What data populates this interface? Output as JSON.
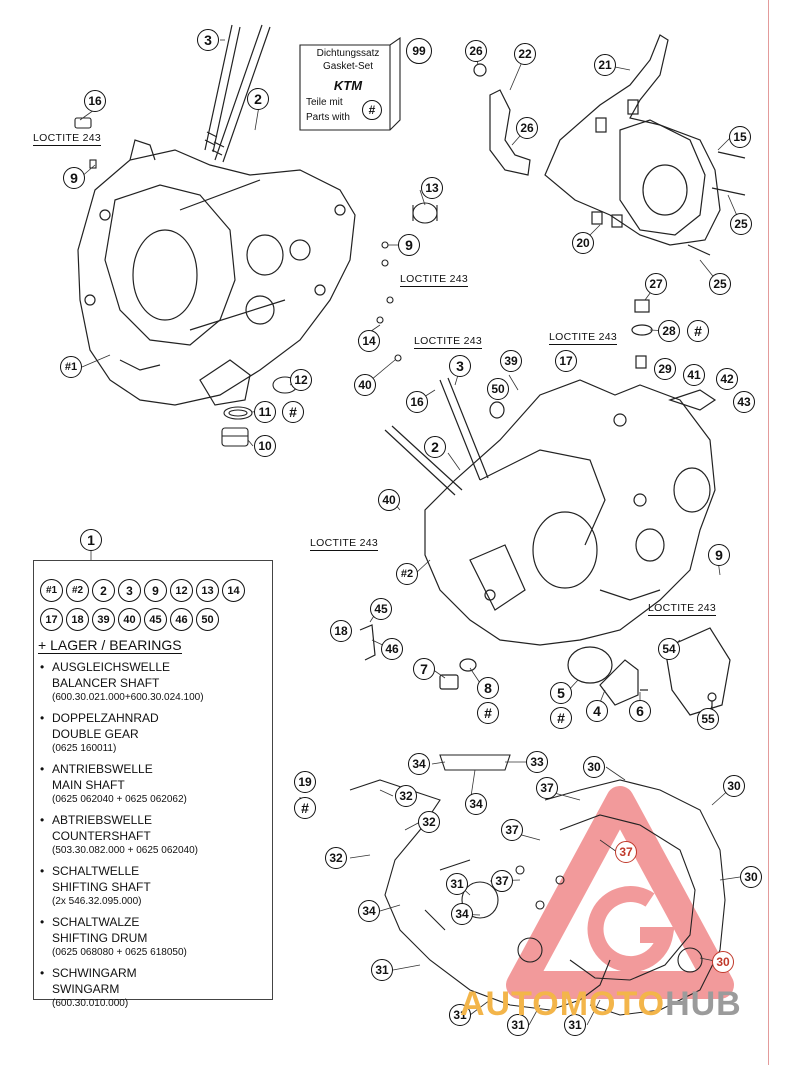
{
  "gasket_set": {
    "line1": "Dichtungssatz",
    "line2": "Gasket-Set",
    "line3": "Teile mit",
    "line4": "Parts with",
    "symbol": "#",
    "callout": "99",
    "logo": "KTM"
  },
  "loctite_label": "LOCTITE 243",
  "callouts": [
    {
      "id": "3",
      "label": "3"
    },
    {
      "id": "2",
      "label": "2"
    },
    {
      "id": "16",
      "label": "16"
    },
    {
      "id": "9",
      "label": "9"
    },
    {
      "id": "13",
      "label": "13"
    },
    {
      "id": "9b",
      "label": "9"
    },
    {
      "id": "14",
      "label": "14"
    },
    {
      "id": "40",
      "label": "40"
    },
    {
      "id": "12",
      "label": "12"
    },
    {
      "id": "11",
      "label": "11"
    },
    {
      "id": "11h",
      "label": "#"
    },
    {
      "id": "10",
      "label": "10"
    },
    {
      "id": "h1",
      "label": "#1"
    },
    {
      "id": "26",
      "label": "26"
    },
    {
      "id": "22",
      "label": "22"
    },
    {
      "id": "26b",
      "label": "26"
    },
    {
      "id": "21",
      "label": "21"
    },
    {
      "id": "15",
      "label": "15"
    },
    {
      "id": "25",
      "label": "25"
    },
    {
      "id": "20",
      "label": "20"
    },
    {
      "id": "25b",
      "label": "25"
    },
    {
      "id": "27",
      "label": "27"
    },
    {
      "id": "28",
      "label": "28"
    },
    {
      "id": "28h",
      "label": "#"
    },
    {
      "id": "39",
      "label": "39"
    },
    {
      "id": "17",
      "label": "17"
    },
    {
      "id": "3b",
      "label": "3"
    },
    {
      "id": "50",
      "label": "50"
    },
    {
      "id": "16b",
      "label": "16"
    },
    {
      "id": "29",
      "label": "29"
    },
    {
      "id": "41",
      "label": "41"
    },
    {
      "id": "42",
      "label": "42"
    },
    {
      "id": "43",
      "label": "43"
    },
    {
      "id": "2b",
      "label": "2"
    },
    {
      "id": "40b",
      "label": "40"
    },
    {
      "id": "h2",
      "label": "#2"
    },
    {
      "id": "9c",
      "label": "9"
    },
    {
      "id": "45",
      "label": "45"
    },
    {
      "id": "18",
      "label": "18"
    },
    {
      "id": "46",
      "label": "46"
    },
    {
      "id": "54",
      "label": "54"
    },
    {
      "id": "7",
      "label": "7"
    },
    {
      "id": "8",
      "label": "8"
    },
    {
      "id": "8h",
      "label": "#"
    },
    {
      "id": "5",
      "label": "5"
    },
    {
      "id": "5h",
      "label": "#"
    },
    {
      "id": "4",
      "label": "4"
    },
    {
      "id": "6",
      "label": "6"
    },
    {
      "id": "55",
      "label": "55"
    },
    {
      "id": "34",
      "label": "34"
    },
    {
      "id": "33",
      "label": "33"
    },
    {
      "id": "30",
      "label": "30"
    },
    {
      "id": "19",
      "label": "19"
    },
    {
      "id": "19h",
      "label": "#"
    },
    {
      "id": "32",
      "label": "32"
    },
    {
      "id": "37",
      "label": "37"
    },
    {
      "id": "30b",
      "label": "30"
    },
    {
      "id": "34b",
      "label": "34"
    },
    {
      "id": "32b",
      "label": "32"
    },
    {
      "id": "37b",
      "label": "37"
    },
    {
      "id": "37c",
      "label": "37"
    },
    {
      "id": "32c",
      "label": "32"
    },
    {
      "id": "30c",
      "label": "30"
    },
    {
      "id": "31",
      "label": "31"
    },
    {
      "id": "37d",
      "label": "37"
    },
    {
      "id": "34c",
      "label": "34"
    },
    {
      "id": "34d",
      "label": "34"
    },
    {
      "id": "31b",
      "label": "31"
    },
    {
      "id": "30d",
      "label": "30"
    },
    {
      "id": "31c",
      "label": "31"
    },
    {
      "id": "31d",
      "label": "31"
    },
    {
      "id": "31e",
      "label": "31"
    },
    {
      "id": "1",
      "label": "1"
    }
  ],
  "legend": {
    "row1": [
      "#1",
      "#2",
      "2",
      "3",
      "9",
      "12",
      "13",
      "14"
    ],
    "row2": [
      "17",
      "18",
      "39",
      "40",
      "45",
      "46",
      "50"
    ],
    "bearings_heading": "+ LAGER / BEARINGS",
    "items": [
      {
        "de": "AUSGLEICHSWELLE",
        "en": "BALANCER SHAFT",
        "pn": "(600.30.021.000+600.30.024.100)"
      },
      {
        "de": "DOPPELZAHNRAD",
        "en": "DOUBLE GEAR",
        "pn": "(0625 160011)"
      },
      {
        "de": "ANTRIEBSWELLE",
        "en": "MAIN SHAFT",
        "pn": "(0625 062040 + 0625 062062)"
      },
      {
        "de": "ABTRIEBSWELLE",
        "en": "COUNTERSHAFT",
        "pn": "(503.30.082.000 + 0625 062040)"
      },
      {
        "de": "SCHALTWELLE",
        "en": "SHIFTING SHAFT",
        "pn": "(2x 546.32.095.000)"
      },
      {
        "de": "SCHALTWALZE",
        "en": "SHIFTING DRUM",
        "pn": "(0625 068080 + 0625 618050)"
      },
      {
        "de": "SCHWINGARM",
        "en": "SWINGARM",
        "pn": "(600.30.010.000)"
      }
    ]
  },
  "watermark": {
    "part1": "AUTOMOTO",
    "part2": "HUB",
    "color1": "#f3b54a",
    "color2": "#9b9b9b",
    "logo_color": "#e8484a"
  }
}
